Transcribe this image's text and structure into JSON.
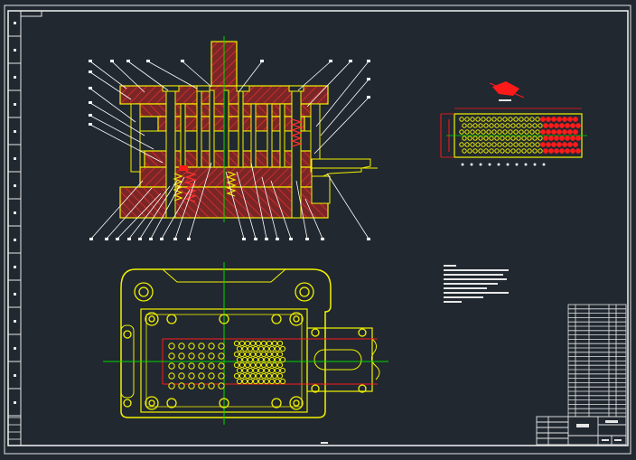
{
  "drawing": {
    "background": "#212830",
    "colors": {
      "frame": "#e6e6e6",
      "outline": "#f2f200",
      "section_fill": "#8f2a2a",
      "hatch": "#ff2020",
      "centerline": "#00d800",
      "leader": "#ffffff",
      "spring": "#ff3030",
      "red_detail": "#ff1a1a"
    }
  },
  "views": [
    {
      "id": "front-section",
      "kind": "sectioned-elevation"
    },
    {
      "id": "plan-view",
      "kind": "top-view"
    },
    {
      "id": "strip-layout",
      "kind": "strip-layout"
    }
  ]
}
